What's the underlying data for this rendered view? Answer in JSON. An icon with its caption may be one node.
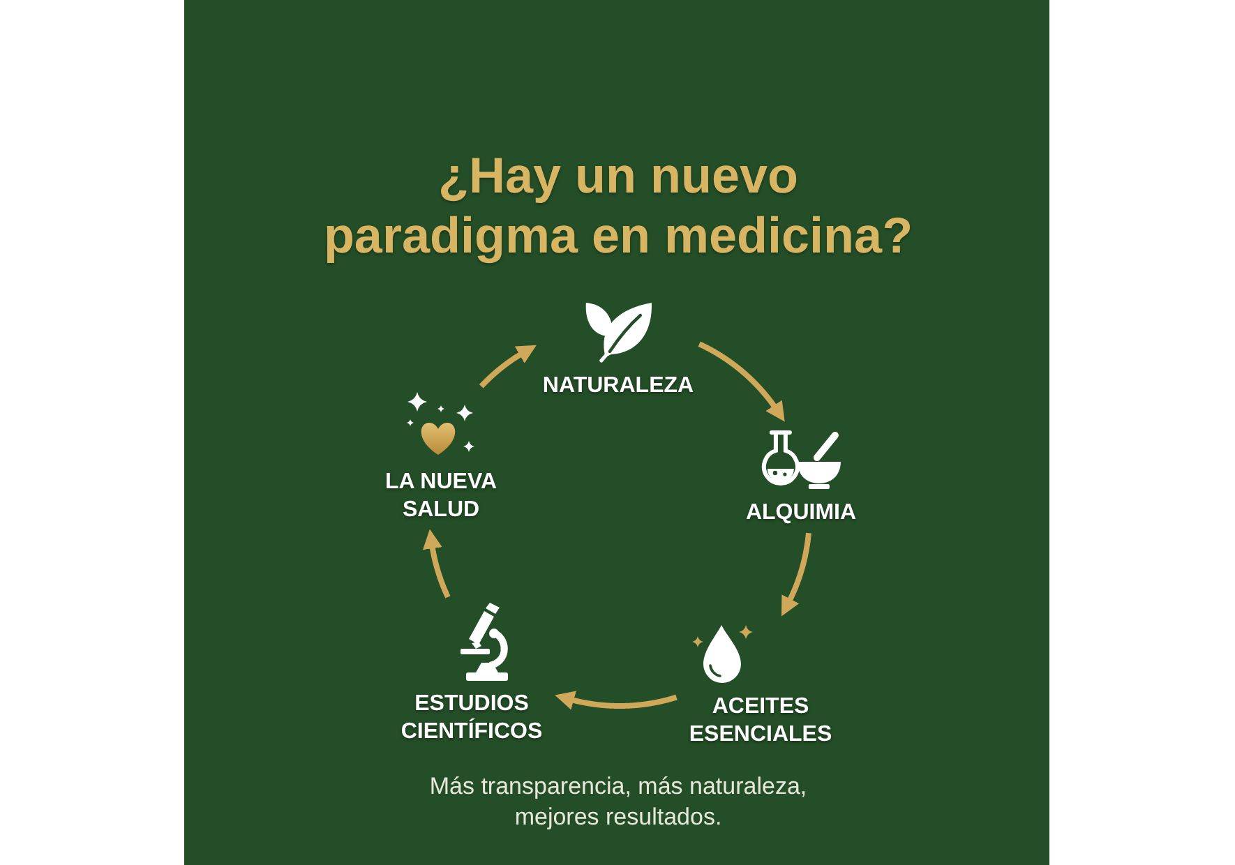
{
  "diagram": {
    "title": "¿Hay un nuevo paradigma en medicina?",
    "caption": "Más transparencia, más naturaleza, mejores resultados.",
    "nodes": [
      {
        "text": [
          "NATURALEZA"
        ]
      },
      {
        "text": [
          "ALQUIMIA"
        ]
      },
      {
        "text": [
          "ACEITES ESENCIALES"
        ]
      },
      {
        "text": [
          "ESTUDIOS CIENTÍFICOS"
        ]
      },
      {
        "text": [
          "LA NUEVA SALUD"
        ]
      }
    ],
    "edges": [
      {
        "from": 0,
        "to": 1,
        "arrow": "to"
      },
      {
        "from": 1,
        "to": 2,
        "arrow": "to"
      },
      {
        "from": 2,
        "to": 3,
        "arrow": "to"
      },
      {
        "from": 3,
        "to": 4,
        "arrow": "to"
      },
      {
        "from": 4,
        "to": 0,
        "arrow": "to"
      }
    ]
  }
}
